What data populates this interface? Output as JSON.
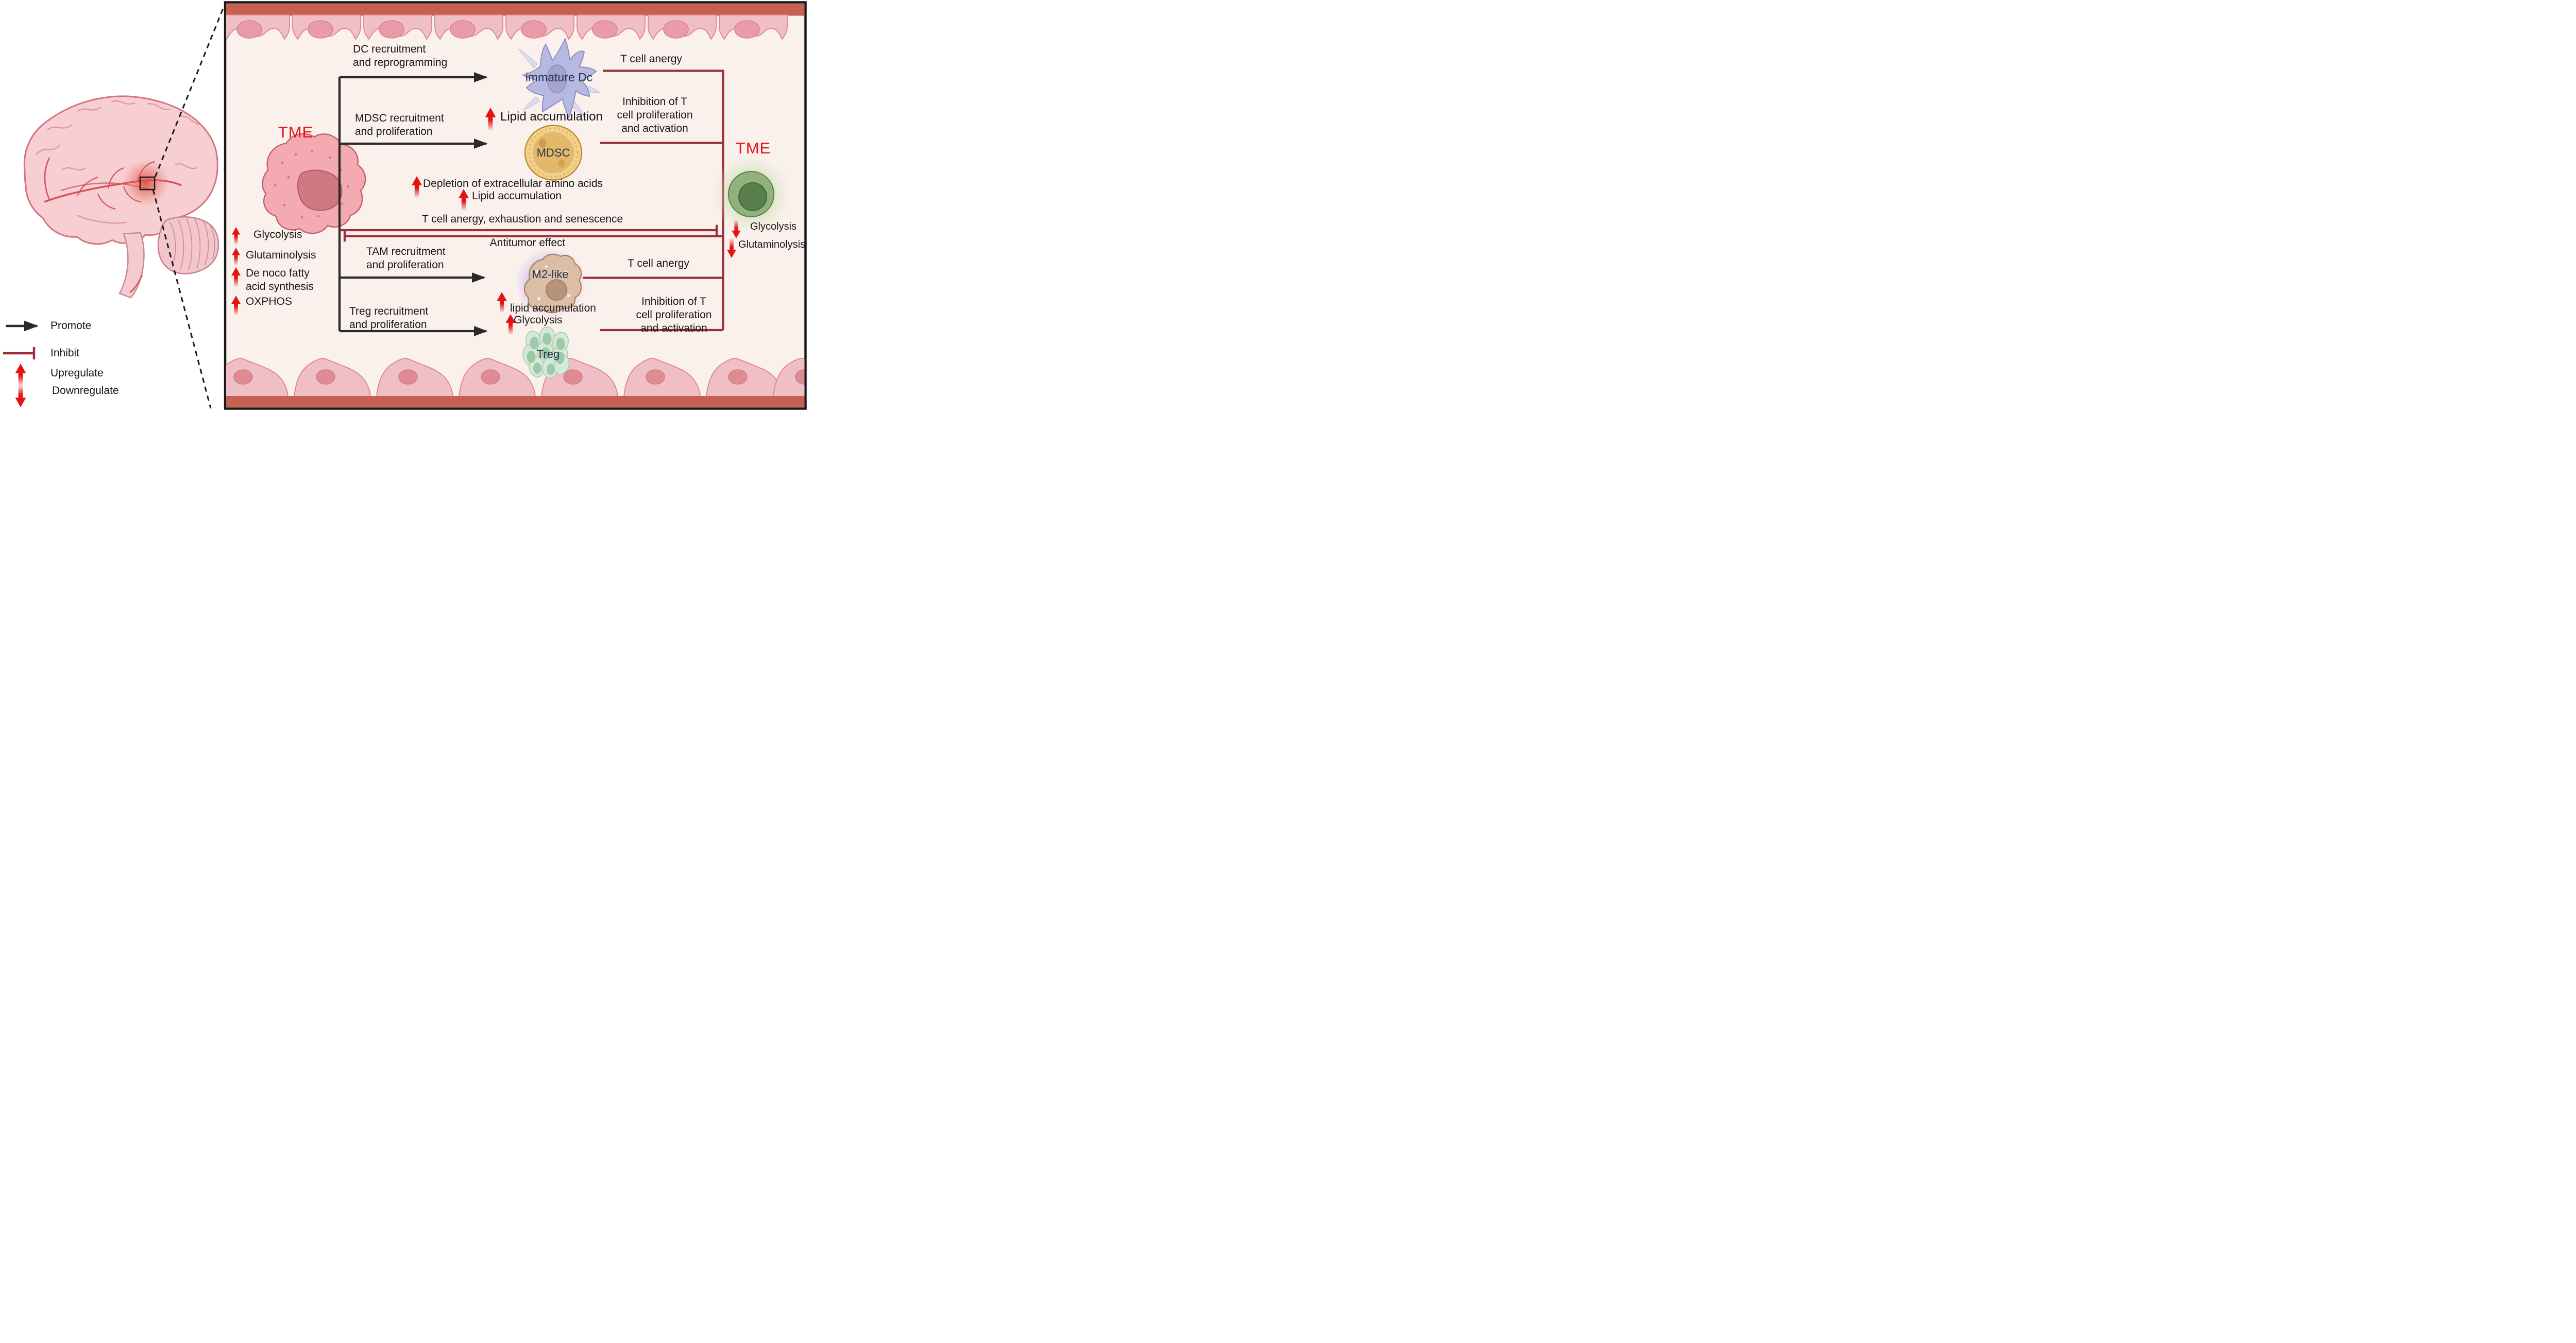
{
  "legend": {
    "promote": "Promote",
    "inhibit": "Inhibit",
    "upregulate": "Upregulate",
    "downregulate": "Downregulate"
  },
  "tme_left": "TME",
  "tme_right": "TME",
  "tumor_metabolism": {
    "item1": "Glycolysis",
    "item2": "Glutaminolysis",
    "item3_line1": "De noco fatty",
    "item3_line2": "acid synthesis",
    "item4": "OXPHOS"
  },
  "dc_pathway": {
    "arrow_line1": "DC recruitment",
    "arrow_line2": "and reprogramming",
    "cell_label": "immature Dc",
    "effect": "T cell anergy"
  },
  "mdsc_pathway": {
    "arrow_line1": "MDSC recruitment",
    "arrow_line2": "and proliferation",
    "cell_label": "MDSC",
    "upregulated": "Lipid accumulation",
    "effect_line1": "Inhibition of T",
    "effect_line2": "cell proliferation",
    "effect_line3": "and activation"
  },
  "tcell_middle": {
    "up1": "Depletion of extracellular amino acids",
    "up2": "Lipid accumulation",
    "tumor_to_tcell": "T cell anergy, exhaustion and senescence",
    "tcell_to_tumor": "Antitumor effect"
  },
  "tam_pathway": {
    "arrow_line1": "TAM recruitment",
    "arrow_line2": "and proliferation",
    "cell_label": "M2-like",
    "effect": "T cell anergy",
    "up1": "lipid accumulation",
    "up2": "Glycolysis",
    "effect2_line1": "Inhibition of T",
    "effect2_line2": "cell proliferation",
    "effect2_line3": "and activation"
  },
  "treg_pathway": {
    "arrow_line1": "Treg recruitment",
    "arrow_line2": "and proliferation",
    "cell_label": "Treg"
  },
  "tcell_right": {
    "down1": "Glycolysis",
    "down2": "Glutaminolysis"
  }
}
